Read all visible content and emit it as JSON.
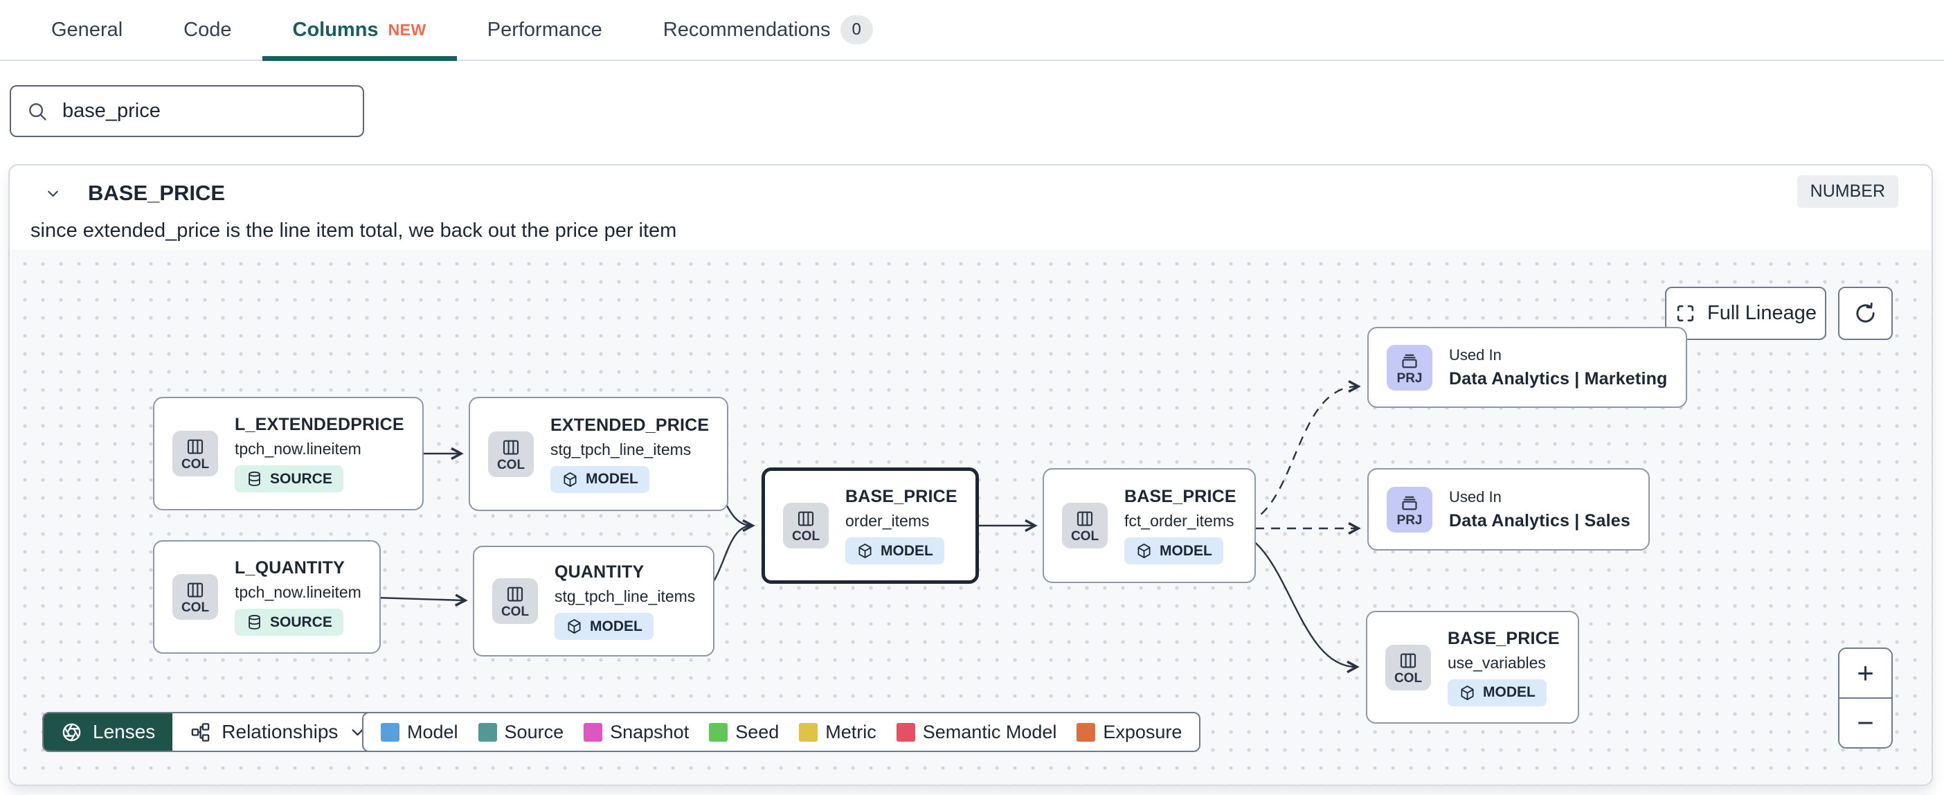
{
  "tabs": {
    "items": [
      {
        "id": "general",
        "label": "General",
        "active": false
      },
      {
        "id": "code",
        "label": "Code",
        "active": false
      },
      {
        "id": "columns",
        "label": "Columns",
        "badge": "NEW",
        "active": true
      },
      {
        "id": "performance",
        "label": "Performance",
        "active": false
      },
      {
        "id": "recommendations",
        "label": "Recommendations",
        "count": "0",
        "active": false
      }
    ]
  },
  "search": {
    "value": "base_price"
  },
  "column": {
    "name": "BASE_PRICE",
    "type": "NUMBER",
    "description": "since extended_price is the line item total, we back out the price per item"
  },
  "lineage": {
    "full_lineage_label": "Full Lineage",
    "zoom_in_label": "+",
    "zoom_out_label": "−",
    "footer": {
      "lenses_label": "Lenses",
      "relationships_label": "Relationships"
    },
    "legend": [
      {
        "label": "Model",
        "color": "#57a0dd"
      },
      {
        "label": "Source",
        "color": "#539894"
      },
      {
        "label": "Snapshot",
        "color": "#de56c4"
      },
      {
        "label": "Seed",
        "color": "#61c655"
      },
      {
        "label": "Metric",
        "color": "#e0c344"
      },
      {
        "label": "Semantic Model",
        "color": "#e65063"
      },
      {
        "label": "Exposure",
        "color": "#dd6f3f"
      }
    ],
    "nodes": [
      {
        "id": "l_extendedprice",
        "chip": "COL",
        "title": "L_EXTENDEDPRICE",
        "subtitle": "tpch_now.lineitem",
        "badge": "SOURCE",
        "badge_icon": "database",
        "selected": false
      },
      {
        "id": "l_quantity",
        "chip": "COL",
        "title": "L_QUANTITY",
        "subtitle": "tpch_now.lineitem",
        "badge": "SOURCE",
        "badge_icon": "database",
        "selected": false
      },
      {
        "id": "extended_price",
        "chip": "COL",
        "title": "EXTENDED_PRICE",
        "subtitle": "stg_tpch_line_items",
        "badge": "MODEL",
        "badge_icon": "cube",
        "selected": false
      },
      {
        "id": "quantity",
        "chip": "COL",
        "title": "QUANTITY",
        "subtitle": "stg_tpch_line_items",
        "badge": "MODEL",
        "badge_icon": "cube",
        "selected": false
      },
      {
        "id": "base_price_order_items",
        "chip": "COL",
        "title": "BASE_PRICE",
        "subtitle": "order_items",
        "badge": "MODEL",
        "badge_icon": "cube",
        "selected": true
      },
      {
        "id": "base_price_fct_order_items",
        "chip": "COL",
        "title": "BASE_PRICE",
        "subtitle": "fct_order_items",
        "badge": "MODEL",
        "badge_icon": "cube",
        "selected": false
      },
      {
        "id": "used_in_marketing",
        "chip": "PRJ",
        "kicker": "Used In",
        "title": "Data Analytics | Marketing",
        "selected": false
      },
      {
        "id": "used_in_sales",
        "chip": "PRJ",
        "kicker": "Used In",
        "title": "Data Analytics | Sales",
        "selected": false
      },
      {
        "id": "base_price_use_variables",
        "chip": "COL",
        "title": "BASE_PRICE",
        "subtitle": "use_variables",
        "badge": "MODEL",
        "badge_icon": "cube",
        "selected": false
      }
    ]
  }
}
